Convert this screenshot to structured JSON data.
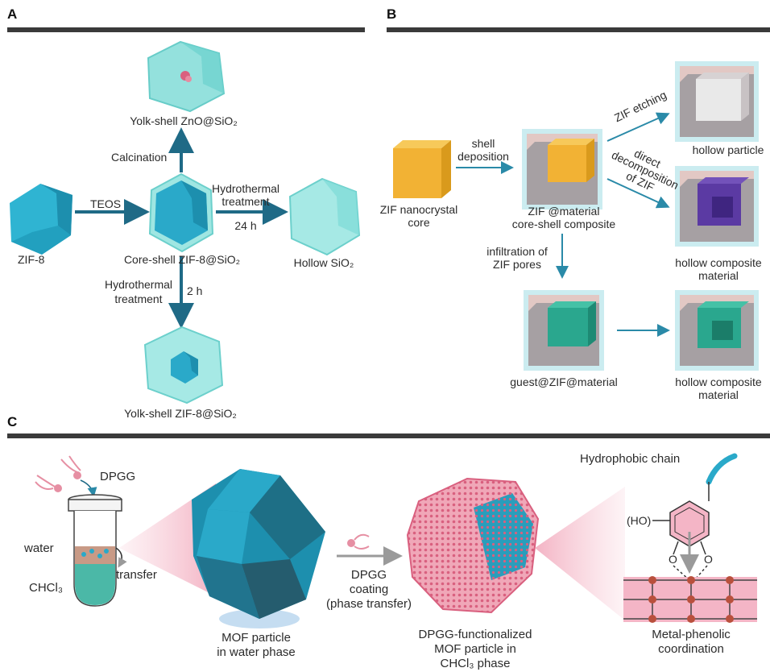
{
  "panels": {
    "a": "A",
    "b": "B",
    "c": "C"
  },
  "panel_a": {
    "zif8": "ZIF-8",
    "teos": "TEOS",
    "core_shell": "Core-shell ZIF-8@SiO₂",
    "calcination": "Calcination",
    "yolk_zno": "Yolk-shell ZnO@SiO₂",
    "hydro_24_l1": "Hydrothermal",
    "hydro_24_l2": "treatment",
    "hydro_24_time": "24 h",
    "hollow_sio2": "Hollow SiO₂",
    "hydro_2_l1": "Hydrothermal",
    "hydro_2_l2": "treatment",
    "hydro_2_time": "2 h",
    "yolk_zif8": "Yolk-shell ZIF-8@SiO₂"
  },
  "panel_b": {
    "core_l1": "ZIF nanocrystal",
    "core_l2": "core",
    "shell_dep_l1": "shell",
    "shell_dep_l2": "deposition",
    "composite_l1": "ZIF @material",
    "composite_l2": "core-shell composite",
    "zif_etching": "ZIF etching",
    "hollow_particle": "hollow particle",
    "direct_l1": "direct",
    "direct_l2": "decomposition",
    "direct_l3": "of ZIF",
    "hollow_comp1_l1": "hollow composite",
    "hollow_comp1_l2": "material",
    "infil_l1": "infiltration of",
    "infil_l2": "ZIF pores",
    "guest": "guest@ZIF@material",
    "hollow_comp2_l1": "hollow composite",
    "hollow_comp2_l2": "material"
  },
  "panel_c": {
    "dpgg": "DPGG",
    "water": "water",
    "chcl3": "CHCl₃",
    "transfer": "transfer",
    "mof_l1": "MOF particle",
    "mof_l2": "in water phase",
    "coat_l1": "DPGG",
    "coat_l2": "coating",
    "coat_l3": "(phase transfer)",
    "func_l1": "DPGG-functionalized",
    "func_l2": "MOF particle in",
    "func_l3": "CHCl₃ phase",
    "hydrophobic": "Hydrophobic chain",
    "ho": "(HO)",
    "o1": "O",
    "o2": "O",
    "coord_l1": "Metal-phenolic",
    "coord_l2": "coordination"
  },
  "colors": {
    "arrow": "#1f6a86",
    "zif": "#2aa9c9",
    "silica": "#8fe0dc",
    "gold": "#f2b234",
    "shell_gray": "#a6a0a3",
    "shell_pink": "#e2c8c4",
    "violet": "#5b3aa3",
    "teal": "#2aa78e",
    "pink": "#e68fa3"
  }
}
